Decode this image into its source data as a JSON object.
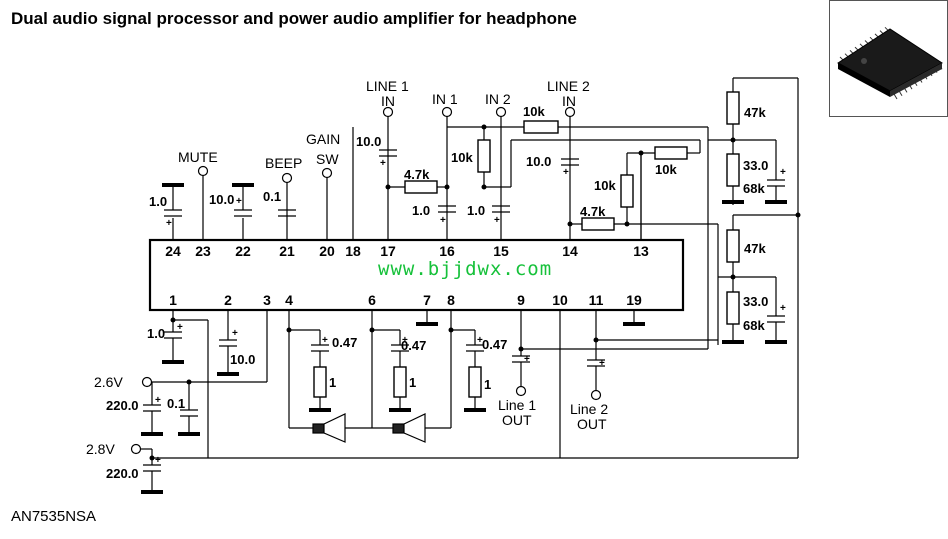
{
  "title": "Dual audio signal processor and power audio amplifier for headphone",
  "footer_part": "AN7535NSA",
  "watermark": "www.bjjdwx.com",
  "pins_top": [
    "24",
    "23",
    "22",
    "21",
    "20",
    "18",
    "17",
    "16",
    "15",
    "14",
    "13"
  ],
  "pins_bottom": [
    "1",
    "2",
    "3",
    "4",
    "6",
    "7",
    "8",
    "9",
    "10",
    "11",
    "19"
  ],
  "terminals": {
    "mute": "MUTE",
    "beep": "BEEP",
    "gain_line1": "GAIN",
    "gain_line2": "SW",
    "line1_in_l1": "LINE 1",
    "line1_in_l2": "IN",
    "in1": "IN 1",
    "in2": "IN 2",
    "line2_in_l1": "LINE 2",
    "line2_in_l2": "IN",
    "line1_out_l1": "Line 1",
    "line1_out_l2": "OUT",
    "line2_out_l1": "Line 2",
    "line2_out_l2": "OUT",
    "v26": "2.6V",
    "v28": "2.8V"
  },
  "components": {
    "c_pin24": "1.0",
    "c_pin22": "10.0",
    "c_pin21": "0.1",
    "c_line1": "10.0",
    "r_4k7_a": "4.7k",
    "r_10k_a": "10k",
    "c_pin16": "1.0",
    "c_pin15": "1.0",
    "r_10k_top": "10k",
    "c_line2": "10.0",
    "r_10k_b": "10k",
    "r_10k_c": "10k",
    "r_4k7_b": "4.7k",
    "r_47k_top": "47k",
    "c_33_top": "33.0",
    "r_68k_top": "68k",
    "r_47k_bot": "47k",
    "c_33_bot": "33.0",
    "r_68k_bot": "68k",
    "c_pin1": "1.0",
    "c_pin2": "10.0",
    "c_220_a": "220.0",
    "c_01_b": "0.1",
    "c_220_b": "220.0",
    "c_047_a": "0.47",
    "r_1_a": "1",
    "c_047_b": "0.47",
    "r_1_b": "1",
    "c_047_c": "0.47",
    "r_1_c": "1"
  },
  "colors": {
    "ink": "#000000",
    "watermark": "#16c13a",
    "box_border": "#555555"
  },
  "icons": [
    "chip-package-icon",
    "speaker-icon",
    "ground-bar-icon",
    "terminal-circle-icon"
  ]
}
